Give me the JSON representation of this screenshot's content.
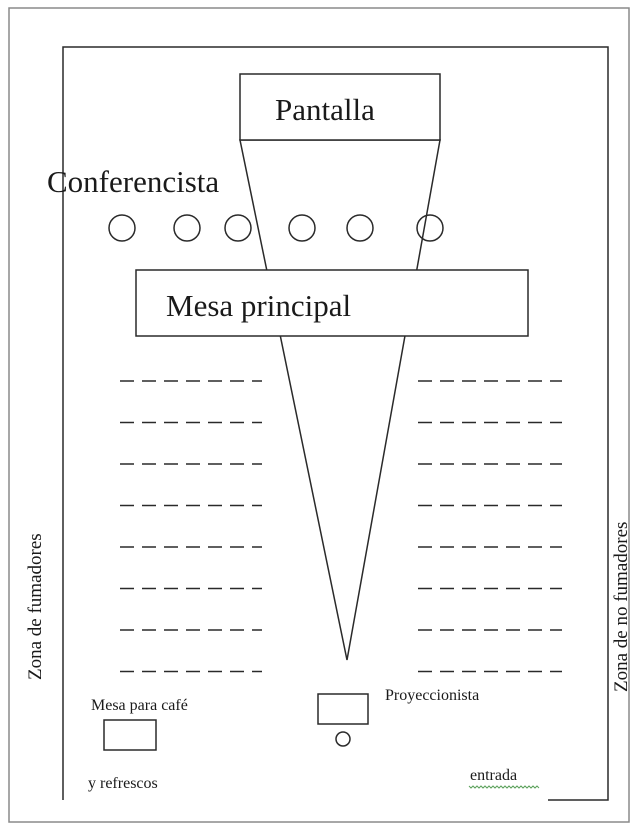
{
  "diagram": {
    "labels": {
      "screen": "Pantalla",
      "speaker": "Conferencista",
      "head_table": "Mesa principal",
      "smoking_zone": "Zona de fumadores",
      "non_smoking_zone": "Zona de no fumadores",
      "coffee_table": "Mesa para café",
      "refreshments": "y refrescos",
      "projectionist": "Proyeccionista",
      "entrance": "entrada"
    },
    "colors": {
      "line": "#2a2a2a",
      "outer_border": "#8a8a8a",
      "background": "#ffffff"
    },
    "speaker_chairs": 6,
    "seat_rows_per_side": 8
  }
}
